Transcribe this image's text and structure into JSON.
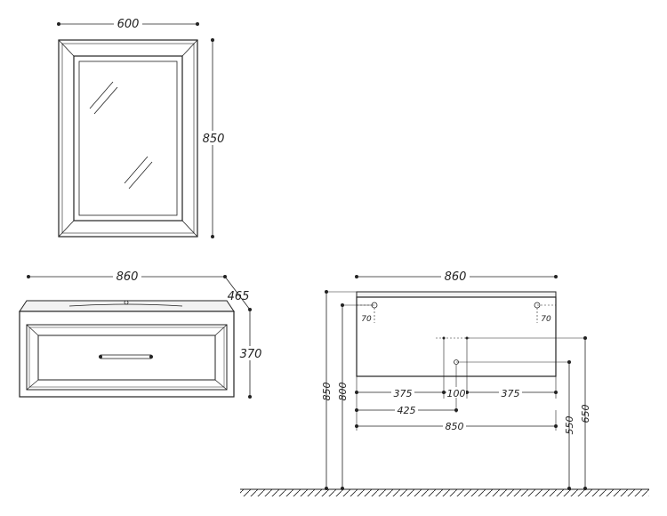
{
  "colors": {
    "line": "#222222",
    "fill_light": "#f2f2f2",
    "background": "#ffffff"
  },
  "mirror": {
    "width": "600",
    "height": "850"
  },
  "vanity_front": {
    "width": "860",
    "depth": "465",
    "height": "370"
  },
  "installation": {
    "top_width": "860",
    "bracket_offset_left": "70",
    "bracket_offset_right": "70",
    "seg_left": "375",
    "seg_mid": "100",
    "seg_right": "375",
    "drain_offset": "425",
    "bracket_span": "850",
    "top_height": "850",
    "bracket_height": "800",
    "drain_height": "550",
    "pipe_height": "650"
  }
}
